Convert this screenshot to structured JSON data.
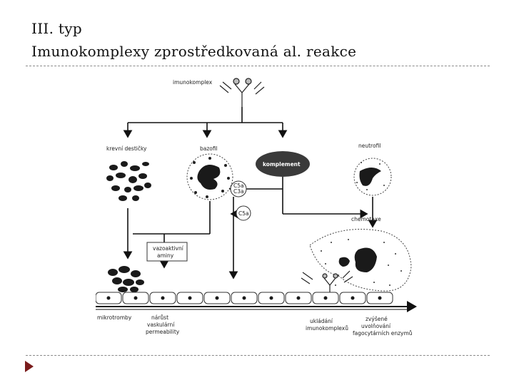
{
  "slide": {
    "title_line1": "III. typ",
    "title_line2": "Imunokomplexy zprostředkovaná al. reakce",
    "bullet_icon": "triangle-bullet-icon",
    "accent_color": "#7a1c1c"
  },
  "diagram": {
    "imunokomplex": "imunokomplex",
    "krevni_desticky": "krevní destičky",
    "bazofil": "bazofil",
    "komplement": "komplement",
    "neutrofil": "neutrofil",
    "c5a_1": "C5a",
    "c3a": "C3a",
    "c5a_2": "C5a",
    "chemotaxe": "chemotaxe",
    "vazoaktivni_1": "vazoaktivní",
    "vazoaktivni_2": "aminy",
    "mikrotromby": "mikrotromby",
    "narust_1": "nárůst",
    "narust_2": "vaskulární",
    "narust_3": "permeability",
    "ukladani_1": "ukládání",
    "ukladani_2": "imunokomplexů",
    "zvysene_1": "zvýšené",
    "zvysene_2": "uvolňování",
    "zvysene_3": "fagocytárních enzymů"
  }
}
